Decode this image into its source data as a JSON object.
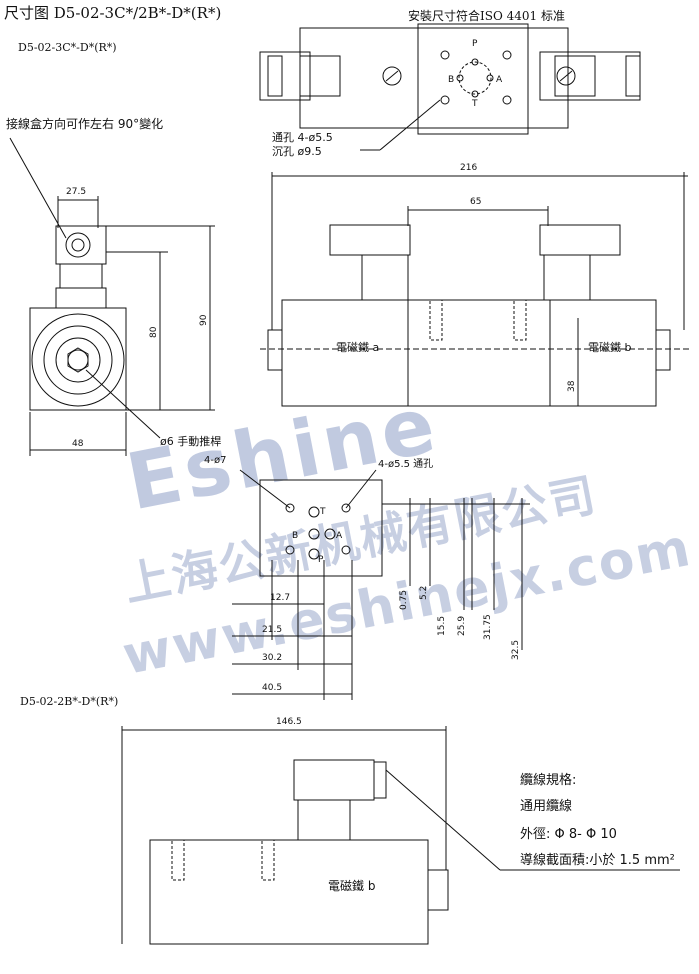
{
  "header": {
    "title": "尺寸图 D5-02-3C*/2B*-D*(R*)",
    "standard_note": "安裝尺寸符合ISO 4401 标准",
    "model_3c": "D5-02-3C*-D*(R*)",
    "model_2b": "D5-02-2B*-D*(R*)"
  },
  "annotations": {
    "junction_box": "接線盒方向可作左右 90°變化",
    "through_hole": "通孔 4-ø5.5",
    "counterbore": "沉孔  ø9.5",
    "manual_pin": "ø6 手動推桿",
    "solenoid_a": "電磁鐵 a",
    "solenoid_b": "電磁鐵 b",
    "solenoid_b2": "電磁鐵 b",
    "base_holes": "4-ø7",
    "base_through": "4-ø5.5 通孔"
  },
  "ports": {
    "p": "P",
    "t": "T",
    "a": "A",
    "b": "B"
  },
  "dimensions": {
    "d27_5": "27.5",
    "d80": "80",
    "d90": "90",
    "d48": "48",
    "d216": "216",
    "d65": "65",
    "d38": "38",
    "d12_7": "12.7",
    "d21_5": "21.5",
    "d30_2": "30.2",
    "d40_5": "40.5",
    "d0_75": "0.75",
    "d5_2": "5.2",
    "d15_5": "15.5",
    "d25_9": "25.9",
    "d31_75": "31.75",
    "d32_5": "32.5",
    "d146_5": "146.5"
  },
  "cable_spec": {
    "title": "纜線規格:",
    "type": "通用纜線",
    "outer_dia": "外徑: Φ 8- Φ 10",
    "cross_section": "導線截面積:小於 1.5 mm²"
  },
  "watermark": {
    "brand": "Eshine",
    "company": "上海公新机械有限公司",
    "url": "www.eshinejx.com"
  }
}
